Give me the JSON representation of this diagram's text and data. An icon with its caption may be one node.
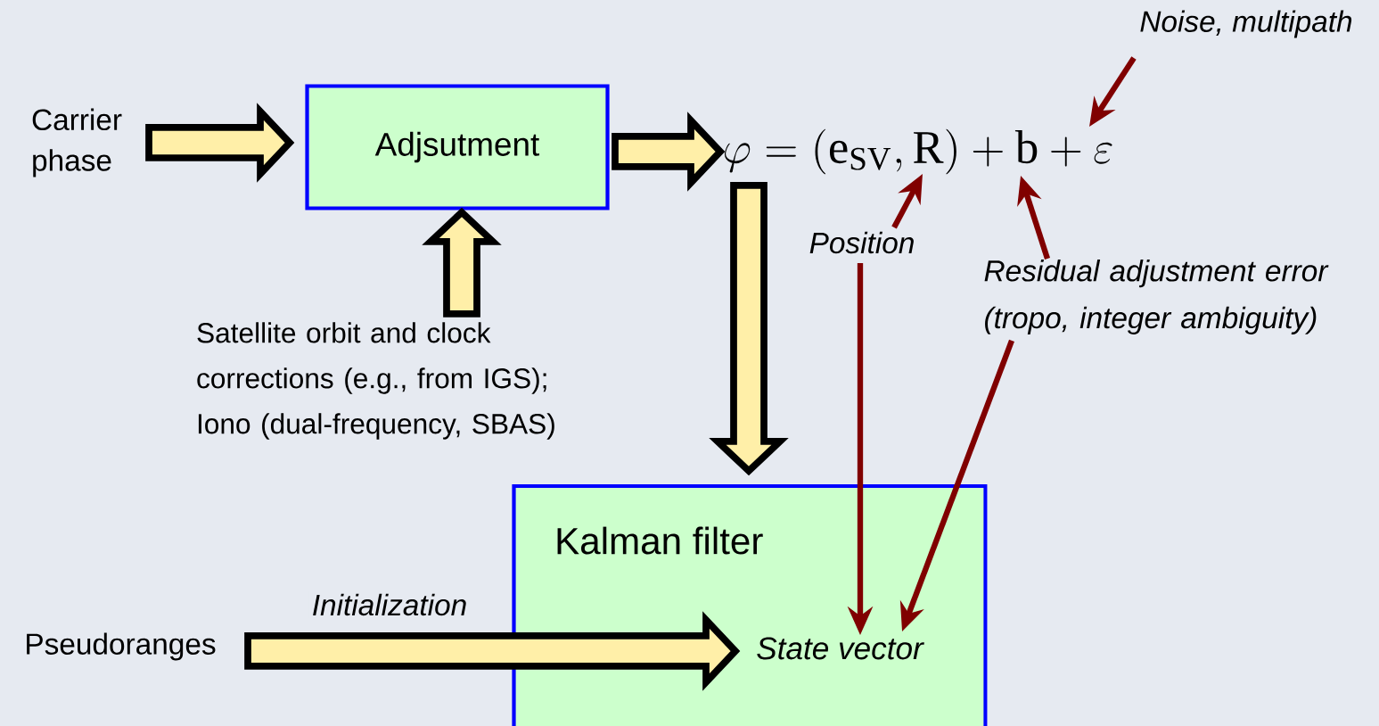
{
  "diagram": {
    "nodes": [
      {
        "text": [
          "Carrier phase"
        ]
      },
      {
        "text": [
          "Adjsutment"
        ]
      },
      {
        "text": [
          "Satellite orbit and clock corrections (e.g., from IGS); Iono (dual-frequency, SBAS)"
        ]
      },
      {
        "text": [
          "\\varphi = \\left(\\mathrm{e}_{\\mathrm{SV}},\\mathrm{R}\\right) + \\mathrm{b} + \\varepsilon"
        ]
      },
      {
        "text": [
          "Kalman filter"
        ]
      },
      {
        "text": [
          "State vector"
        ],
        "in": 4
      },
      {
        "text": [
          "Pseudoranges"
        ]
      },
      {
        "text": [
          "Noise, multipath"
        ]
      },
      {
        "text": [
          "Position"
        ]
      },
      {
        "text": [
          "Residual adjustment error (tropo, integer ambiguity)"
        ]
      }
    ],
    "edges": [
      {
        "from": 0,
        "to": 1,
        "arrow": "to",
        "style": "thick"
      },
      {
        "from": 2,
        "to": 1,
        "arrow": "to",
        "style": "thick"
      },
      {
        "from": 1,
        "to": 3,
        "arrow": "to",
        "style": "thick"
      },
      {
        "from": 3,
        "to": 4,
        "arrow": "to",
        "style": "thick"
      },
      {
        "from": 6,
        "to": 5,
        "arrow": "to",
        "style": "thick",
        "label": "Initialization"
      },
      {
        "from": 7,
        "to": 3,
        "arrow": "to",
        "color": "#800000"
      },
      {
        "from": 8,
        "to": 3,
        "arrow": "to",
        "color": "#800000"
      },
      {
        "from": 9,
        "to": 3,
        "arrow": "to",
        "color": "#800000"
      },
      {
        "from": 8,
        "to": 5,
        "arrow": "to",
        "color": "#800000"
      },
      {
        "from": 9,
        "to": 5,
        "arrow": "to",
        "color": "#800000"
      }
    ]
  }
}
